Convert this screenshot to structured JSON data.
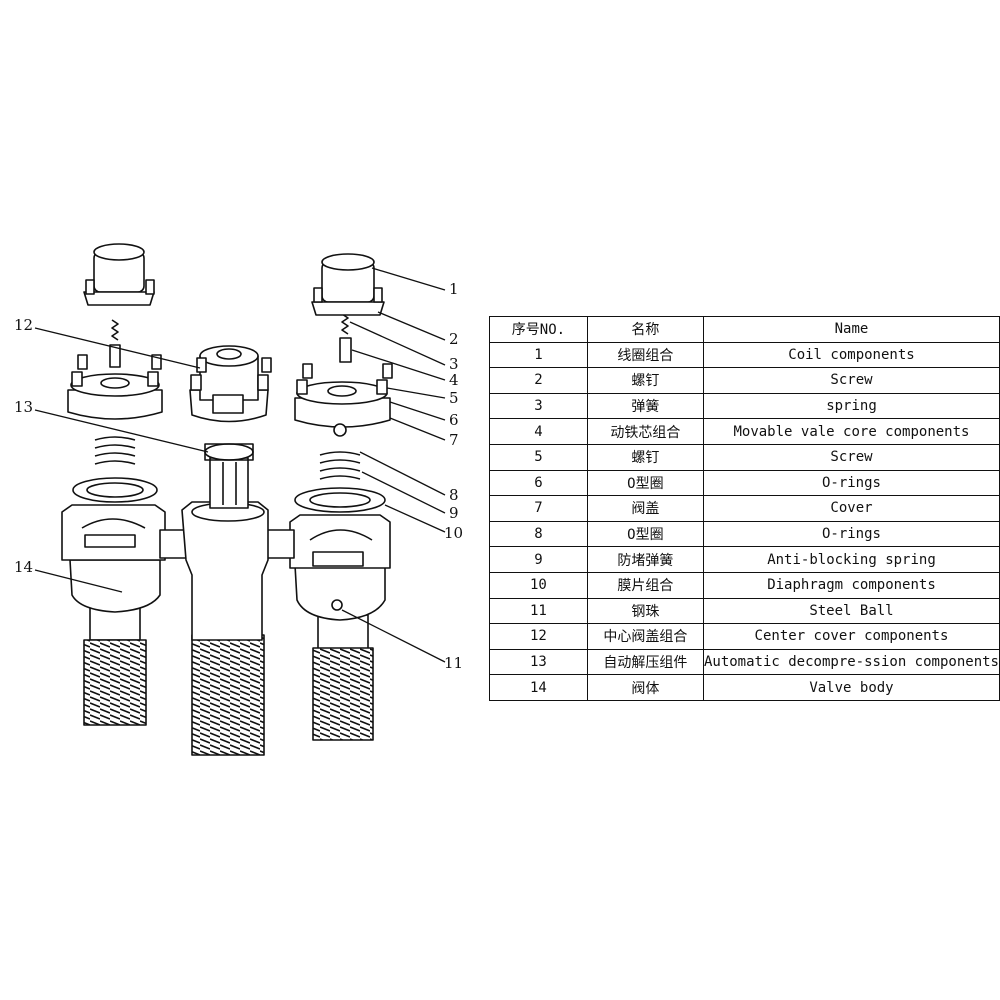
{
  "callouts": [
    "1",
    "2",
    "3",
    "4",
    "5",
    "6",
    "7",
    "8",
    "9",
    "10",
    "11",
    "12",
    "13",
    "14"
  ],
  "table": {
    "header": {
      "no": "序号NO.",
      "cn": "名称",
      "en": "Name"
    },
    "rows": [
      {
        "no": "1",
        "cn": "线圈组合",
        "en": "Coil components"
      },
      {
        "no": "2",
        "cn": "螺钉",
        "en": "Screw"
      },
      {
        "no": "3",
        "cn": "弹簧",
        "en": "spring"
      },
      {
        "no": "4",
        "cn": "动铁芯组合",
        "en": "Movable vale core components"
      },
      {
        "no": "5",
        "cn": "螺钉",
        "en": "Screw"
      },
      {
        "no": "6",
        "cn": "O型圈",
        "en": "O-rings"
      },
      {
        "no": "7",
        "cn": "阀盖",
        "en": "Cover"
      },
      {
        "no": "8",
        "cn": "O型圈",
        "en": "O-rings"
      },
      {
        "no": "9",
        "cn": "防堵弹簧",
        "en": "Anti-blocking spring"
      },
      {
        "no": "10",
        "cn": "膜片组合",
        "en": "Diaphragm components"
      },
      {
        "no": "11",
        "cn": "钢珠",
        "en": "Steel Ball"
      },
      {
        "no": "12",
        "cn": "中心阀盖组合",
        "en": "Center cover components"
      },
      {
        "no": "13",
        "cn": "自动解压组件",
        "en": "Automatic decompre-ssion components"
      },
      {
        "no": "14",
        "cn": "阀体",
        "en": "Valve body"
      }
    ]
  }
}
